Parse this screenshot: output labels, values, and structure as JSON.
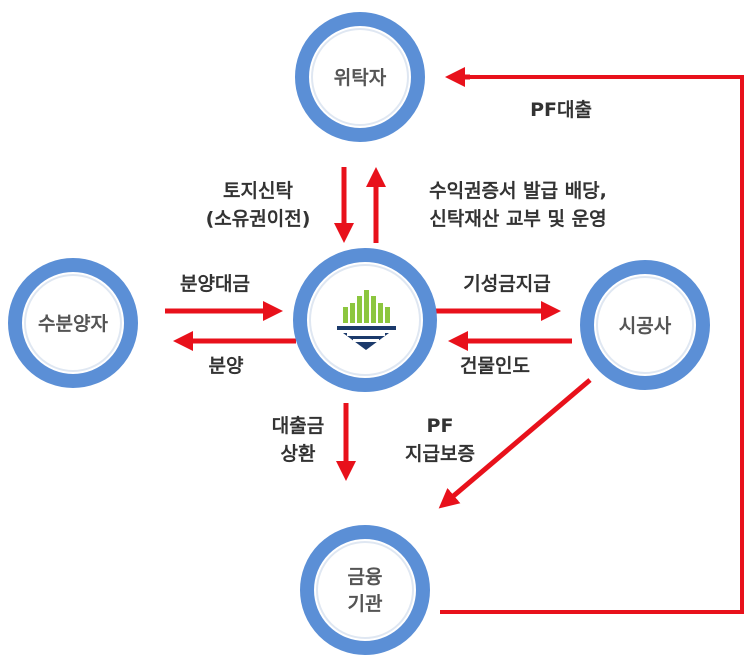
{
  "colors": {
    "ring": "#5b8fd6",
    "arrow": "#e8111b",
    "logo_green": "#8cc63f",
    "logo_navy": "#1b3a6b"
  },
  "nodes": {
    "trustor": "위탁자",
    "buyer": "수분양자",
    "center_logo": "trust-company-logo-icon",
    "contractor": "시공사",
    "lender_line1": "금융",
    "lender_line2": "기관"
  },
  "flows": {
    "pf_loan": "PF대출",
    "land_trust_line1": "토지신탁",
    "land_trust_line2": "(소유권이전)",
    "beneficiary_line1": "수익권증서 발급 배당,",
    "beneficiary_line2": "신탁재산 교부 및 운영",
    "sale_price": "분양대금",
    "sale": "분양",
    "construction_payment": "기성금지급",
    "building_handover": "건물인도",
    "loan_repayment_line1": "대출금",
    "loan_repayment_line2": "상환",
    "pf_guarantee_line1": "PF",
    "pf_guarantee_line2": "지급보증"
  }
}
